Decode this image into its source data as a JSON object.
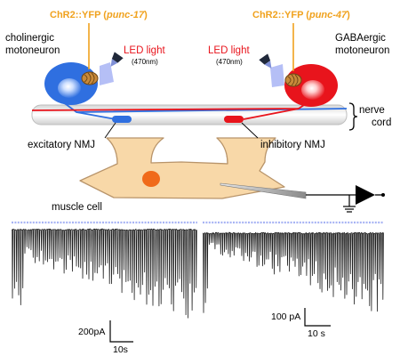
{
  "diagram": {
    "chr2_left": {
      "prefix": "ChR2::YFP (",
      "gene": "punc-17",
      "suffix": ")"
    },
    "chr2_right": {
      "prefix": "ChR2::YFP (",
      "gene": "punc-47",
      "suffix": ")"
    },
    "cholinergic_line1": "cholinergic",
    "cholinergic_line2": "motoneuron",
    "gabaergic_line1": "GABAergic",
    "gabaergic_line2": "motoneuron",
    "led_label": "LED light",
    "led_wavelength": "(470nm)",
    "nerve_line1": "nerve",
    "nerve_line2": "cord",
    "excitatory_nmj": "excitatory NMJ",
    "inhibitory_nmj": "inhibitory NMJ",
    "muscle_cell": "muscle cell",
    "colors": {
      "cholinergic": "#2f6fe0",
      "gabaergic": "#e8141c",
      "muscle": "#f8d8a8",
      "nucleus": "#f06a1a",
      "chr2_label": "#f0a21e",
      "light_stimulus": "#a8b4f4"
    }
  },
  "traces": {
    "left": {
      "scale_current": "200pA",
      "scale_time": "10s"
    },
    "right": {
      "scale_current": "100 pA",
      "scale_time": "10 s"
    }
  }
}
